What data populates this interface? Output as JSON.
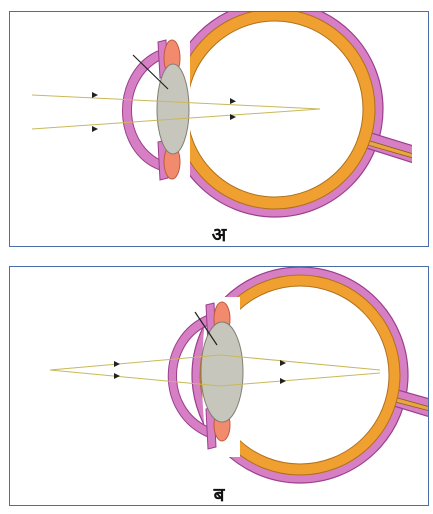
{
  "panels": [
    {
      "label": "अ"
    },
    {
      "label": "ब"
    }
  ],
  "colors": {
    "sclera": "#d77fc4",
    "sclera_stroke": "#9b3f8c",
    "choroid": "#f0a030",
    "choroid_stroke": "#b0701b",
    "lens": "#c6c6bc",
    "ciliary": "#f28b6e",
    "ray": "#c9b85a",
    "frame": "#4a6fa8"
  },
  "icons": [
    "arrowhead-icon",
    "pointer-line"
  ]
}
